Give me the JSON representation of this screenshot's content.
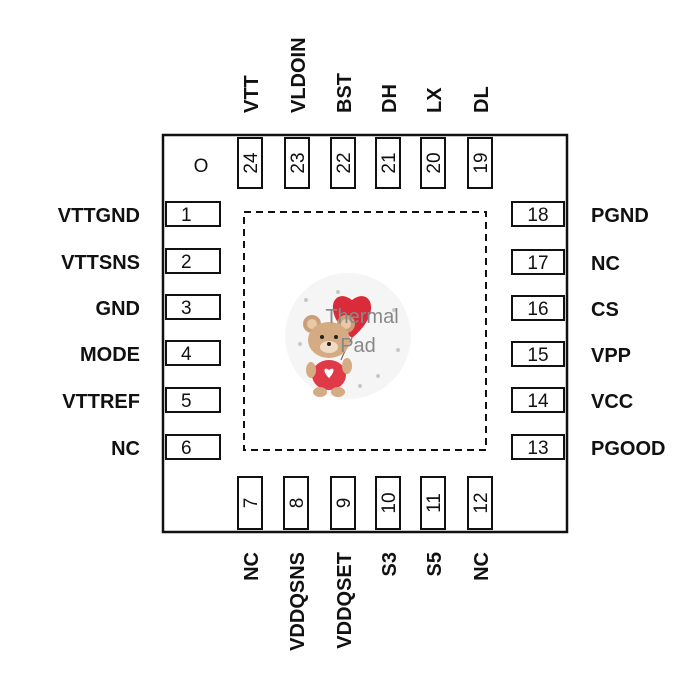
{
  "package": {
    "pin1_marker": "O",
    "thermal_pad": {
      "line1": "Thermal",
      "line2": "Pad"
    },
    "left_pins": [
      {
        "num": "1",
        "name": "VTTGND"
      },
      {
        "num": "2",
        "name": "VTTSNS"
      },
      {
        "num": "3",
        "name": "GND"
      },
      {
        "num": "4",
        "name": "MODE"
      },
      {
        "num": "5",
        "name": "VTTREF"
      },
      {
        "num": "6",
        "name": "NC"
      }
    ],
    "bottom_pins": [
      {
        "num": "7",
        "name": "NC"
      },
      {
        "num": "8",
        "name": "VDDQSNS"
      },
      {
        "num": "9",
        "name": "VDDQSET"
      },
      {
        "num": "10",
        "name": "S3"
      },
      {
        "num": "11",
        "name": "S5"
      },
      {
        "num": "12",
        "name": "NC"
      }
    ],
    "right_pins": [
      {
        "num": "13",
        "name": "PGOOD"
      },
      {
        "num": "14",
        "name": "VCC"
      },
      {
        "num": "15",
        "name": "VPP"
      },
      {
        "num": "16",
        "name": "CS"
      },
      {
        "num": "17",
        "name": "NC"
      },
      {
        "num": "18",
        "name": "PGND"
      }
    ],
    "top_pins": [
      {
        "num": "19",
        "name": "DL"
      },
      {
        "num": "20",
        "name": "LX"
      },
      {
        "num": "21",
        "name": "DH"
      },
      {
        "num": "22",
        "name": "BST"
      },
      {
        "num": "23",
        "name": "VLDOIN"
      },
      {
        "num": "24",
        "name": "VTT"
      }
    ]
  }
}
